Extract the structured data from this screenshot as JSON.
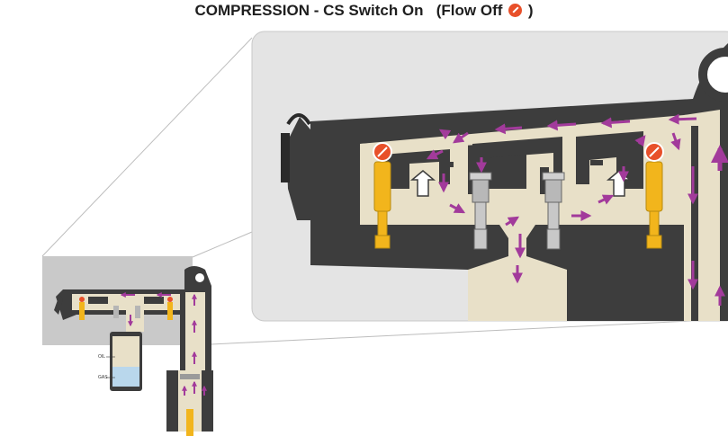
{
  "title": {
    "prefix": "COMPRESSION - CS Switch On",
    "paren_open": "(Flow Off",
    "paren_close": ")"
  },
  "labels": {
    "oil": "OIL",
    "gas": "GAS"
  },
  "colors": {
    "oil_fill": "#e8e0c8",
    "body_dark": "#3d3d3d",
    "adjuster_yellow": "#f2b51c",
    "flow_arrow": "#a23a9b",
    "flow_off_icon": "#e8502a",
    "zoom_bg": "#e4e4e4",
    "inset_bg": "#c9c9c9"
  }
}
